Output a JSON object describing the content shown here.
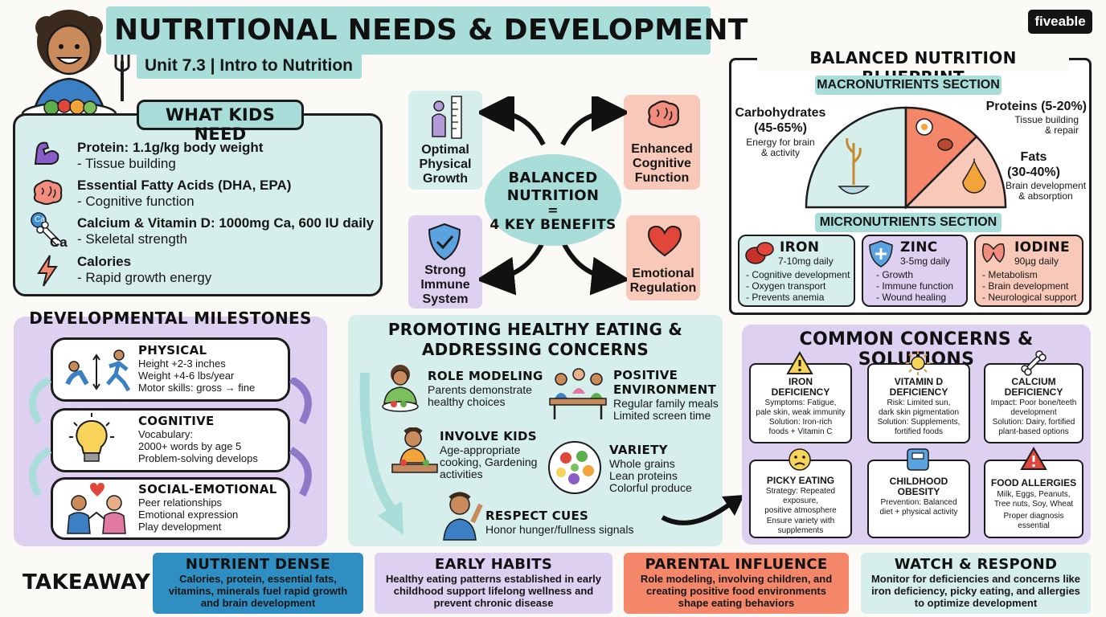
{
  "title": "NUTRITIONAL NEEDS & DEVELOPMENT",
  "subtitle": "Unit 7.3 | Intro to Nutrition",
  "brand": "fiveable",
  "colors": {
    "teal": "#a8ddd9",
    "teal_light": "#d6efec",
    "purple": "#ddd0f0",
    "purple_dark": "#c7b6e8",
    "peach": "#f8c9b8",
    "salmon": "#f4876a",
    "blue": "#2f8fc2",
    "yellow": "#f7d35a"
  },
  "kids_need": {
    "heading": "WHAT KIDS NEED",
    "items": [
      {
        "title": "Protein: 1.1g/kg body weight",
        "detail": "- Tissue building",
        "icon": "muscle-icon"
      },
      {
        "title": "Essential Fatty Acids (DHA, EPA)",
        "detail": "- Cognitive function",
        "icon": "brain-icon"
      },
      {
        "title": "Calcium & Vitamin D: 1000mg Ca, 600 IU daily",
        "detail": "- Skeletal strength",
        "icon": "bone-icon"
      },
      {
        "title": "Calories",
        "detail": "- Rapid growth energy",
        "icon": "lightning-icon"
      }
    ],
    "bone_tags": [
      "Ca",
      "Ca"
    ]
  },
  "benefits": {
    "center": [
      "BALANCED",
      "NUTRITION",
      "=",
      "4 KEY BENEFITS"
    ],
    "items": [
      {
        "label": [
          "Optimal",
          "Physical",
          "Growth"
        ],
        "icon": "growth-ruler-icon"
      },
      {
        "label": [
          "Enhanced",
          "Cognitive",
          "Function"
        ],
        "icon": "brain-icon"
      },
      {
        "label": [
          "Strong",
          "Immune",
          "System"
        ],
        "icon": "shield-icon"
      },
      {
        "label": [
          "Emotional",
          "Regulation"
        ],
        "icon": "heart-icon"
      }
    ]
  },
  "blueprint": {
    "heading": "BALANCED NUTRITION BLUEPRINT",
    "macro_heading": "MACRONUTRIENTS SECTION",
    "carbs": {
      "title": "Carbohydrates",
      "range": "(45-65%)",
      "desc": [
        "Energy for brain",
        "& activity"
      ]
    },
    "proteins": {
      "title": "Proteins (5-20%)",
      "desc": [
        "Tissue building",
        "& repair"
      ]
    },
    "fats": {
      "title": "Fats",
      "range": "(30-40%)",
      "desc": [
        "Brain development",
        "& absorption"
      ]
    },
    "micro_heading": "MICRONUTRIENTS SECTION",
    "micros": [
      {
        "name": "IRON",
        "dose": "7-10mg daily",
        "points": [
          "- Cognitive development",
          "- Oxygen transport",
          "- Prevents anemia"
        ],
        "icon": "blood-cell-icon"
      },
      {
        "name": "ZINC",
        "dose": "3-5mg daily",
        "points": [
          "- Growth",
          "- Immune function",
          "- Wound healing"
        ],
        "icon": "shield-plus-icon"
      },
      {
        "name": "IODINE",
        "dose": "90µg daily",
        "points": [
          "- Metabolism",
          "- Brain development",
          "- Neurological support"
        ],
        "icon": "thyroid-icon"
      }
    ]
  },
  "milestones": {
    "heading": "DEVELOPMENTAL MILESTONES",
    "items": [
      {
        "title": "PHYSICAL",
        "lines": [
          "Height +2-3 inches",
          "Weight +4-6 lbs/year",
          "Motor skills: gross → fine"
        ],
        "icon": "crawl-run-icon"
      },
      {
        "title": "COGNITIVE",
        "lines": [
          "Vocabulary:",
          "2000+ words by age 5",
          "Problem-solving develops"
        ],
        "icon": "lightbulb-icon"
      },
      {
        "title": "SOCIAL-EMOTIONAL",
        "lines": [
          "Peer relationships",
          "Emotional expression",
          "Play development"
        ],
        "icon": "kids-heart-icon"
      }
    ]
  },
  "promoting": {
    "heading": [
      "PROMOTING HEALTHY EATING &",
      "ADDRESSING CONCERNS"
    ],
    "items": [
      {
        "title": "ROLE MODELING",
        "lines": [
          "Parents demonstrate",
          "healthy choices"
        ],
        "icon": "parent-icon"
      },
      {
        "title": "POSITIVE",
        "title2": "ENVIRONMENT",
        "lines": [
          "Regular family meals",
          "Limited screen time"
        ],
        "icon": "family-meal-icon"
      },
      {
        "title": "INVOLVE KIDS",
        "lines": [
          "Age-appropriate",
          "cooking, Gardening",
          "activities"
        ],
        "icon": "cooking-kid-icon"
      },
      {
        "title": "VARIETY",
        "lines": [
          "Whole grains",
          "Lean proteins",
          "Colorful produce"
        ],
        "icon": "produce-plate-icon"
      },
      {
        "title": "RESPECT CUES",
        "lines": [
          "Honor hunger/fullness signals"
        ],
        "icon": "waving-kid-icon"
      }
    ]
  },
  "concerns": {
    "heading": "COMMON CONCERNS & SOLUTIONS",
    "items": [
      {
        "title": [
          "IRON",
          "DEFICIENCY"
        ],
        "lines": [
          "Symptoms: Fatigue,",
          "pale skin, weak immunity",
          "Solution: Iron-rich",
          "foods + Vitamin C"
        ],
        "icon": "warning-icon"
      },
      {
        "title": [
          "VITAMIN D",
          "DEFICIENCY"
        ],
        "lines": [
          "Risk: Limited sun,",
          "dark skin pigmentation",
          "Solution: Supplements,",
          "fortified foods"
        ],
        "icon": "sun-icon"
      },
      {
        "title": [
          "CALCIUM",
          "DEFICIENCY"
        ],
        "lines": [
          "Impact: Poor bone/teeth",
          "development",
          "Solution: Dairy, fortified",
          "plant-based options"
        ],
        "icon": "bone-icon"
      },
      {
        "title": [
          "PICKY EATING"
        ],
        "lines": [
          "Strategy: Repeated",
          "exposure,",
          "positive atmosphere",
          "Ensure variety with",
          "supplements"
        ],
        "icon": "frown-face-icon"
      },
      {
        "title": [
          "CHILDHOOD",
          "OBESITY"
        ],
        "lines": [
          "Prevention: Balanced",
          "diet + physical activity"
        ],
        "icon": "scale-icon"
      },
      {
        "title": [
          "FOOD ALLERGIES"
        ],
        "lines": [
          "Milk, Eggs, Peanuts,",
          "Tree nuts, Soy, Wheat",
          "Proper diagnosis",
          "essential"
        ],
        "icon": "alert-icon"
      }
    ]
  },
  "takeaway": {
    "label": "TAKEAWAY",
    "cards": [
      {
        "title": "NUTRIENT DENSE",
        "text": "Calories, protein, essential fats, vitamins, minerals fuel rapid growth and brain development"
      },
      {
        "title": "EARLY HABITS",
        "text": "Healthy eating patterns established in early childhood support lifelong wellness and prevent chronic disease"
      },
      {
        "title": "PARENTAL INFLUENCE",
        "text": "Role modeling, involving children, and creating positive food environments shape eating behaviors"
      },
      {
        "title": "WATCH & RESPOND",
        "text": "Monitor for deficiencies and concerns like iron deficiency, picky eating, and allergies to optimize development"
      }
    ]
  }
}
